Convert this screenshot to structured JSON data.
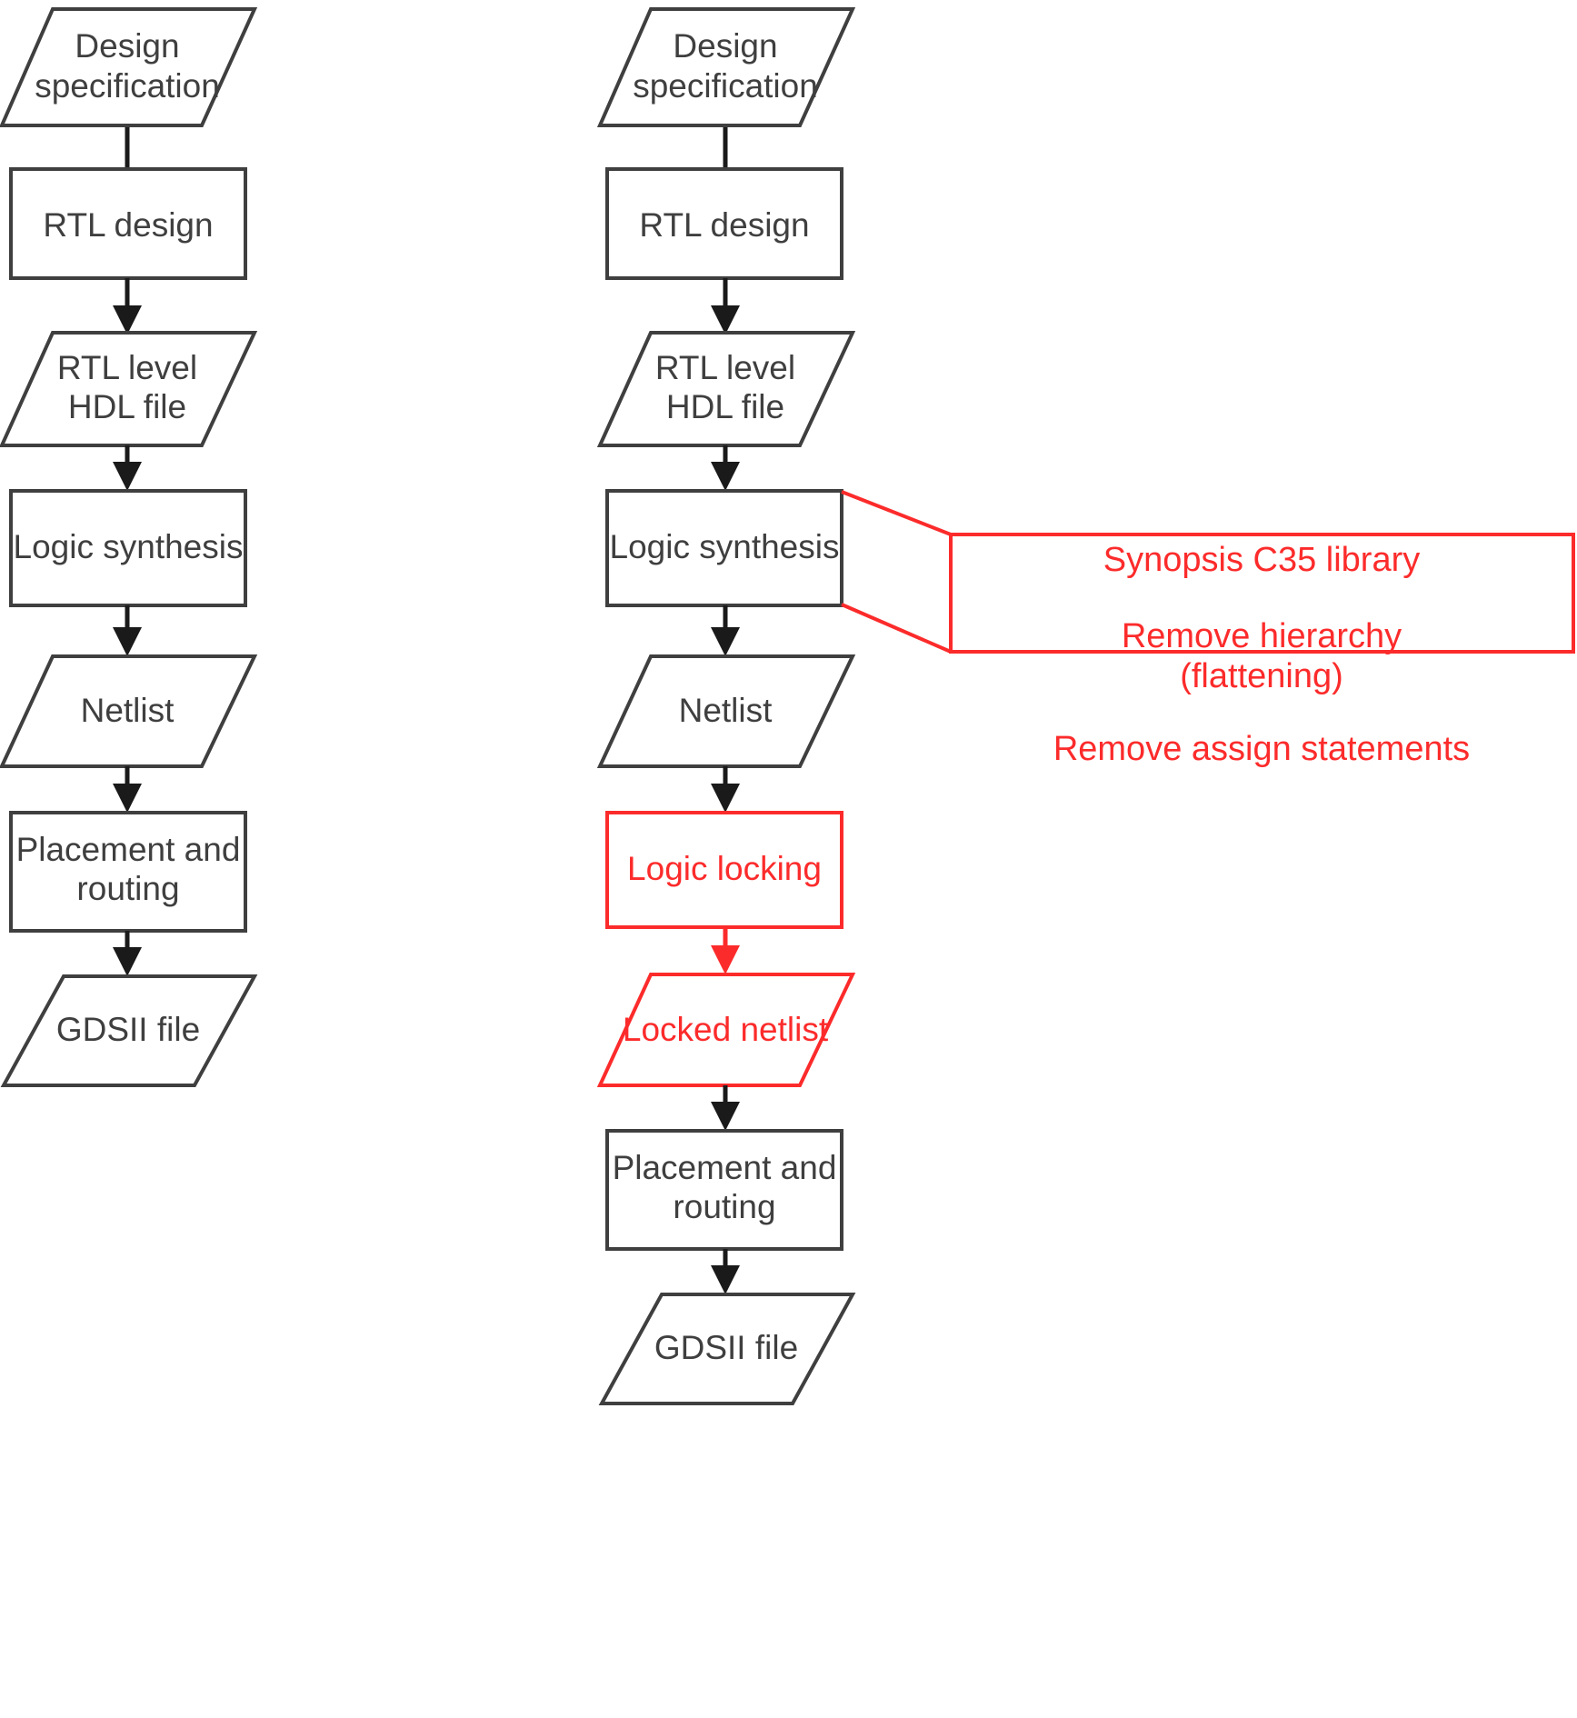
{
  "diagram": {
    "title": "IC design flow with logic locking",
    "colors": {
      "outline": "#3f3f3f",
      "text": "#3f3f3f",
      "accent_red": "#fc2b2b",
      "background": "#ffffff"
    },
    "flows": [
      {
        "name": "standard-flow",
        "position": "left",
        "nodes": [
          {
            "id": "l1",
            "shape": "parallelogram",
            "color": "black",
            "lines": [
              "Design",
              "specification"
            ]
          },
          {
            "id": "l2",
            "shape": "rectangle",
            "color": "black",
            "lines": [
              "RTL design"
            ]
          },
          {
            "id": "l3",
            "shape": "parallelogram",
            "color": "black",
            "lines": [
              "RTL level",
              "HDL file"
            ]
          },
          {
            "id": "l4",
            "shape": "rectangle",
            "color": "black",
            "lines": [
              "Logic synthesis"
            ]
          },
          {
            "id": "l5",
            "shape": "parallelogram",
            "color": "black",
            "lines": [
              "Netlist"
            ]
          },
          {
            "id": "l6",
            "shape": "rectangle",
            "color": "black",
            "lines": [
              "Placement and",
              "routing"
            ]
          },
          {
            "id": "l7",
            "shape": "parallelogram",
            "color": "black",
            "lines": [
              "GDSII file"
            ]
          }
        ],
        "edges": [
          {
            "from": "l1",
            "to": "l2",
            "color": "black"
          },
          {
            "from": "l2",
            "to": "l3",
            "color": "black"
          },
          {
            "from": "l3",
            "to": "l4",
            "color": "black"
          },
          {
            "from": "l4",
            "to": "l5",
            "color": "black"
          },
          {
            "from": "l5",
            "to": "l6",
            "color": "black"
          },
          {
            "from": "l6",
            "to": "l7",
            "color": "black"
          }
        ]
      },
      {
        "name": "logic-locking-flow",
        "position": "right",
        "nodes": [
          {
            "id": "r1",
            "shape": "parallelogram",
            "color": "black",
            "lines": [
              "Design",
              "specification"
            ]
          },
          {
            "id": "r2",
            "shape": "rectangle",
            "color": "black",
            "lines": [
              "RTL design"
            ]
          },
          {
            "id": "r3",
            "shape": "parallelogram",
            "color": "black",
            "lines": [
              "RTL level",
              "HDL file"
            ]
          },
          {
            "id": "r4",
            "shape": "rectangle",
            "color": "black",
            "lines": [
              "Logic synthesis"
            ]
          },
          {
            "id": "r5",
            "shape": "parallelogram",
            "color": "black",
            "lines": [
              "Netlist"
            ]
          },
          {
            "id": "r6",
            "shape": "rectangle",
            "color": "red",
            "lines": [
              "Logic locking"
            ]
          },
          {
            "id": "r7",
            "shape": "parallelogram",
            "color": "red",
            "lines": [
              "Locked netlist"
            ]
          },
          {
            "id": "r8",
            "shape": "rectangle",
            "color": "black",
            "lines": [
              "Placement and",
              "routing"
            ]
          },
          {
            "id": "r9",
            "shape": "parallelogram",
            "color": "black",
            "lines": [
              "GDSII file"
            ]
          }
        ],
        "edges": [
          {
            "from": "r1",
            "to": "r2",
            "color": "black"
          },
          {
            "from": "r2",
            "to": "r3",
            "color": "black"
          },
          {
            "from": "r3",
            "to": "r4",
            "color": "black"
          },
          {
            "from": "r4",
            "to": "r5",
            "color": "black"
          },
          {
            "from": "r5",
            "to": "r6",
            "color": "black"
          },
          {
            "from": "r6",
            "to": "r7",
            "color": "red"
          },
          {
            "from": "r7",
            "to": "r8",
            "color": "black"
          },
          {
            "from": "r8",
            "to": "r9",
            "color": "black"
          }
        ]
      }
    ],
    "callout": {
      "attached_to": "r4",
      "color": "red",
      "lines": [
        "Synopsis C35 library",
        "Remove hierarchy",
        "(flattening)",
        "Remove assign statements"
      ]
    }
  }
}
